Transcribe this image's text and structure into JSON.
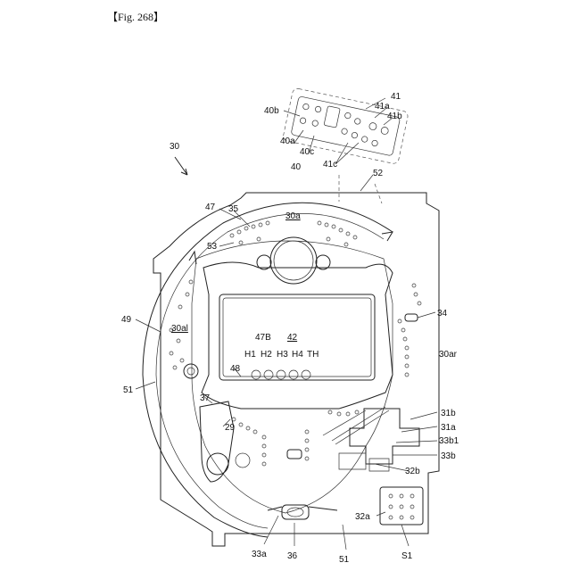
{
  "figure_label": "【Fig. 268】",
  "labels": {
    "r41": "41",
    "r41a": "41a",
    "r41b": "41b",
    "r40b": "40b",
    "r40a": "40a",
    "r40c": "40c",
    "r40": "40",
    "r41c": "41c",
    "r52": "52",
    "r30": "30",
    "r47": "47",
    "r35": "35",
    "r30a": "30a",
    "r53": "53",
    "r34": "34",
    "r49": "49",
    "r30al": "30al",
    "r47B": "47B",
    "r42": "42",
    "h1": "H1",
    "h2": "H2",
    "h3": "H3",
    "h4": "H4",
    "th": "TH",
    "r30ar": "30ar",
    "r48": "48",
    "r51a": "51",
    "r37": "37",
    "r31b": "31b",
    "r31a": "31a",
    "r29": "29",
    "r33b1": "33b1",
    "r33b": "33b",
    "r32b": "32b",
    "r32a": "32a",
    "r33a": "33a",
    "r36": "36",
    "r51b": "51",
    "s1": "S1"
  }
}
